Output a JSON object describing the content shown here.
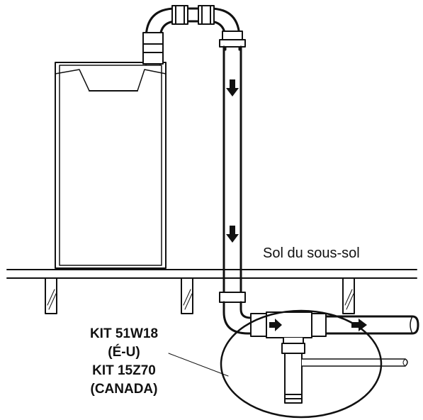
{
  "diagram": {
    "floor_label": "Sol du sous-sol",
    "kit_lines": [
      "KIT 51W18",
      "(É-U)",
      "KIT 15Z70",
      "(CANADA)"
    ],
    "colors": {
      "line": "#111111",
      "fill": "#ffffff"
    }
  }
}
